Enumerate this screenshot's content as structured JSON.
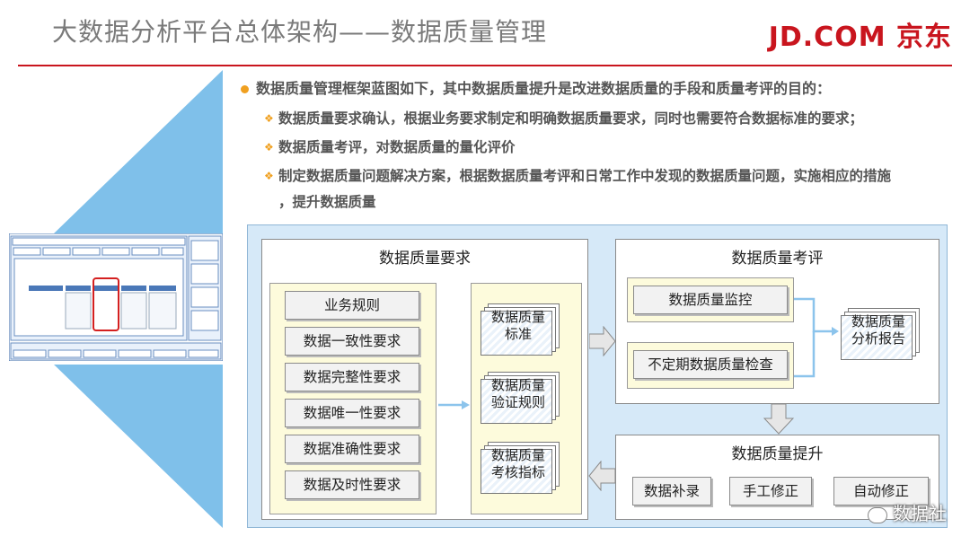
{
  "header": {
    "title": "大数据分析平台总体架构——数据质量管理",
    "logo": "JD.COM 京东"
  },
  "bullets": {
    "main": "数据质量管理框架蓝图如下，其中数据质量提升是改进数据质量的手段和质量考评的目的：",
    "sub1": "数据质量要求确认，根据业务要求制定和明确数据质量要求，同时也需要符合数据标准的要求；",
    "sub2": "数据质量考评，对数据质量的量化评价",
    "sub3_line1": "制定数据质量问题解决方案，根据数据质量考评和日常工作中发现的数据质量问题，实施相应的措施",
    "sub3_line2": "，提升数据质量"
  },
  "diagram": {
    "requirements": {
      "title": "数据质量要求",
      "items": [
        "业务规则",
        "数据一致性要求",
        "数据完整性要求",
        "数据唯一性要求",
        "数据准确性要求",
        "数据及时性要求"
      ],
      "docs": [
        {
          "l1": "数据质量",
          "l2": "标准"
        },
        {
          "l1": "数据质量",
          "l2": "验证规则"
        },
        {
          "l1": "数据质量",
          "l2": "考核指标"
        }
      ]
    },
    "evaluation": {
      "title": "数据质量考评",
      "items": [
        "数据质量监控",
        "不定期数据质量检查"
      ],
      "report": {
        "l1": "数据质量",
        "l2": "分析报告"
      }
    },
    "improvement": {
      "title": "数据质量提升",
      "items": [
        "数据补录",
        "手工修正",
        "自动修正"
      ]
    }
  },
  "watermark": "数据社",
  "colors": {
    "brand": "#c9151e",
    "accent": "#f0a020",
    "panel": "#d6e9f8",
    "note": "#fdfbdc"
  }
}
